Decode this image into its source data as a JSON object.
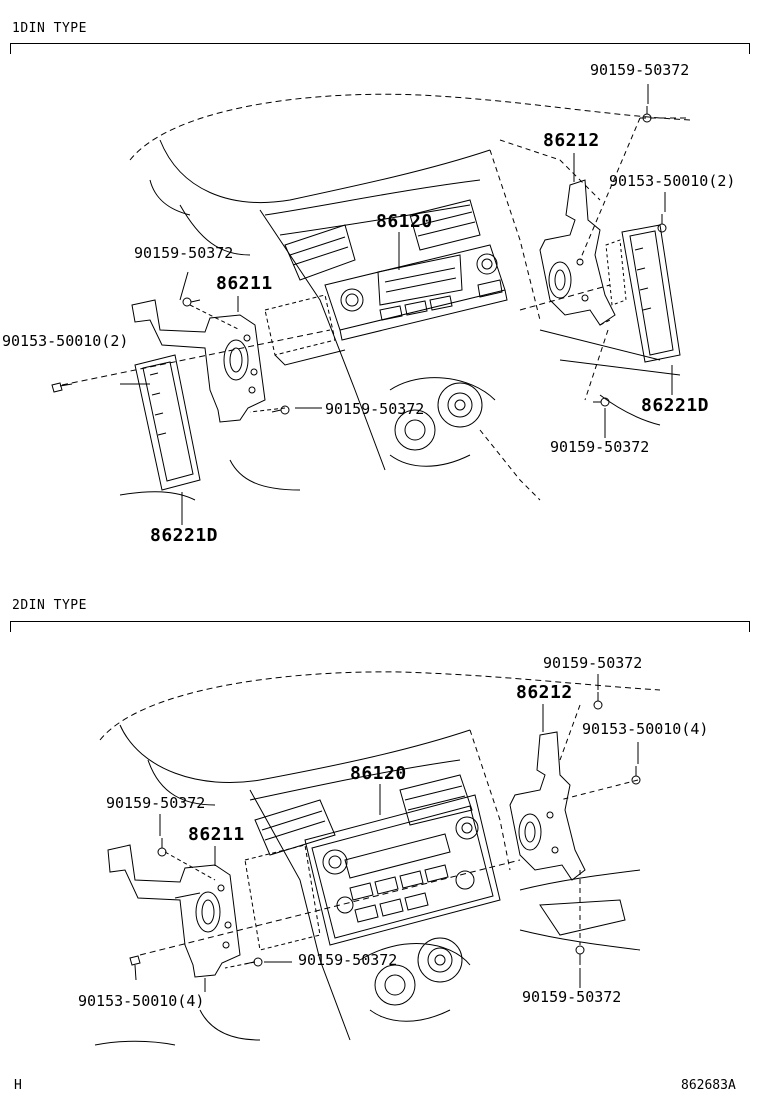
{
  "sections": [
    {
      "title": "1DIN TYPE",
      "callouts": {
        "screw_top_right": "90159-50372",
        "bracket_right": "86212",
        "bolt_right": "90153-50010(2)",
        "audio_unit": "86120",
        "screw_left": "90159-50372",
        "bracket_left": "86211",
        "bolt_left": "90153-50010(2)",
        "screw_center": "90159-50372",
        "speaker_right": "86221D",
        "screw_bottom_right": "90159-50372",
        "speaker_left": "86221D"
      }
    },
    {
      "title": "2DIN TYPE",
      "callouts": {
        "screw_top_right": "90159-50372",
        "bracket_right": "86212",
        "bolt_right": "90153-50010(4)",
        "audio_unit": "86120",
        "screw_left": "90159-50372",
        "bracket_left": "86211",
        "screw_center": "90159-50372",
        "bolt_left": "90153-50010(4)",
        "screw_bottom_right": "90159-50372"
      }
    }
  ],
  "footer": {
    "left_code": "H",
    "diagram_id": "862683A"
  }
}
